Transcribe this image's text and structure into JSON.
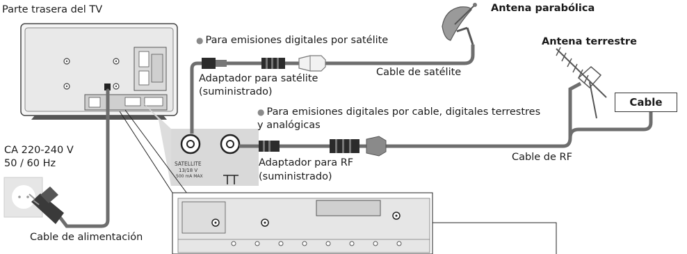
{
  "labels": {
    "tv_rear": "Parte trasera del TV",
    "sat_dish": "Antena parabólica",
    "terrestrial_antenna": "Antena terrestre",
    "sat_broadcast": "Para emisiones digitales por satélite",
    "sat_adapter_line1": "Adaptador para satélite",
    "sat_adapter_line2": "(suministrado)",
    "sat_cable": "Cable de satélite",
    "cable_box": "Cable",
    "rf_broadcast_line1": "Para emisiones digitales por cable, digitales terrestres",
    "rf_broadcast_line2": "y analógicas",
    "rf_adapter_line1": "Adaptador para RF",
    "rf_adapter_line2": "(suministrado)",
    "rf_cable": "Cable de RF",
    "power_line1": "CA 220-240 V",
    "power_line2": "50 / 60 Hz",
    "power_cable": "Cable de alimentación",
    "satellite_port": "SATELLITE",
    "satellite_voltage": "13/18 V",
    "satellite_current": "500 mA  MAX"
  },
  "colors": {
    "cable": "#6e6e6e",
    "panel": "#d9d9d9",
    "connector": "#2b2b2b",
    "bullet": "#8a8a8a"
  },
  "icons": [
    "satellite-dish-icon",
    "antenna-icon",
    "power-outlet-icon",
    "power-plug-icon",
    "f-connector-icon",
    "rf-connector-icon"
  ]
}
